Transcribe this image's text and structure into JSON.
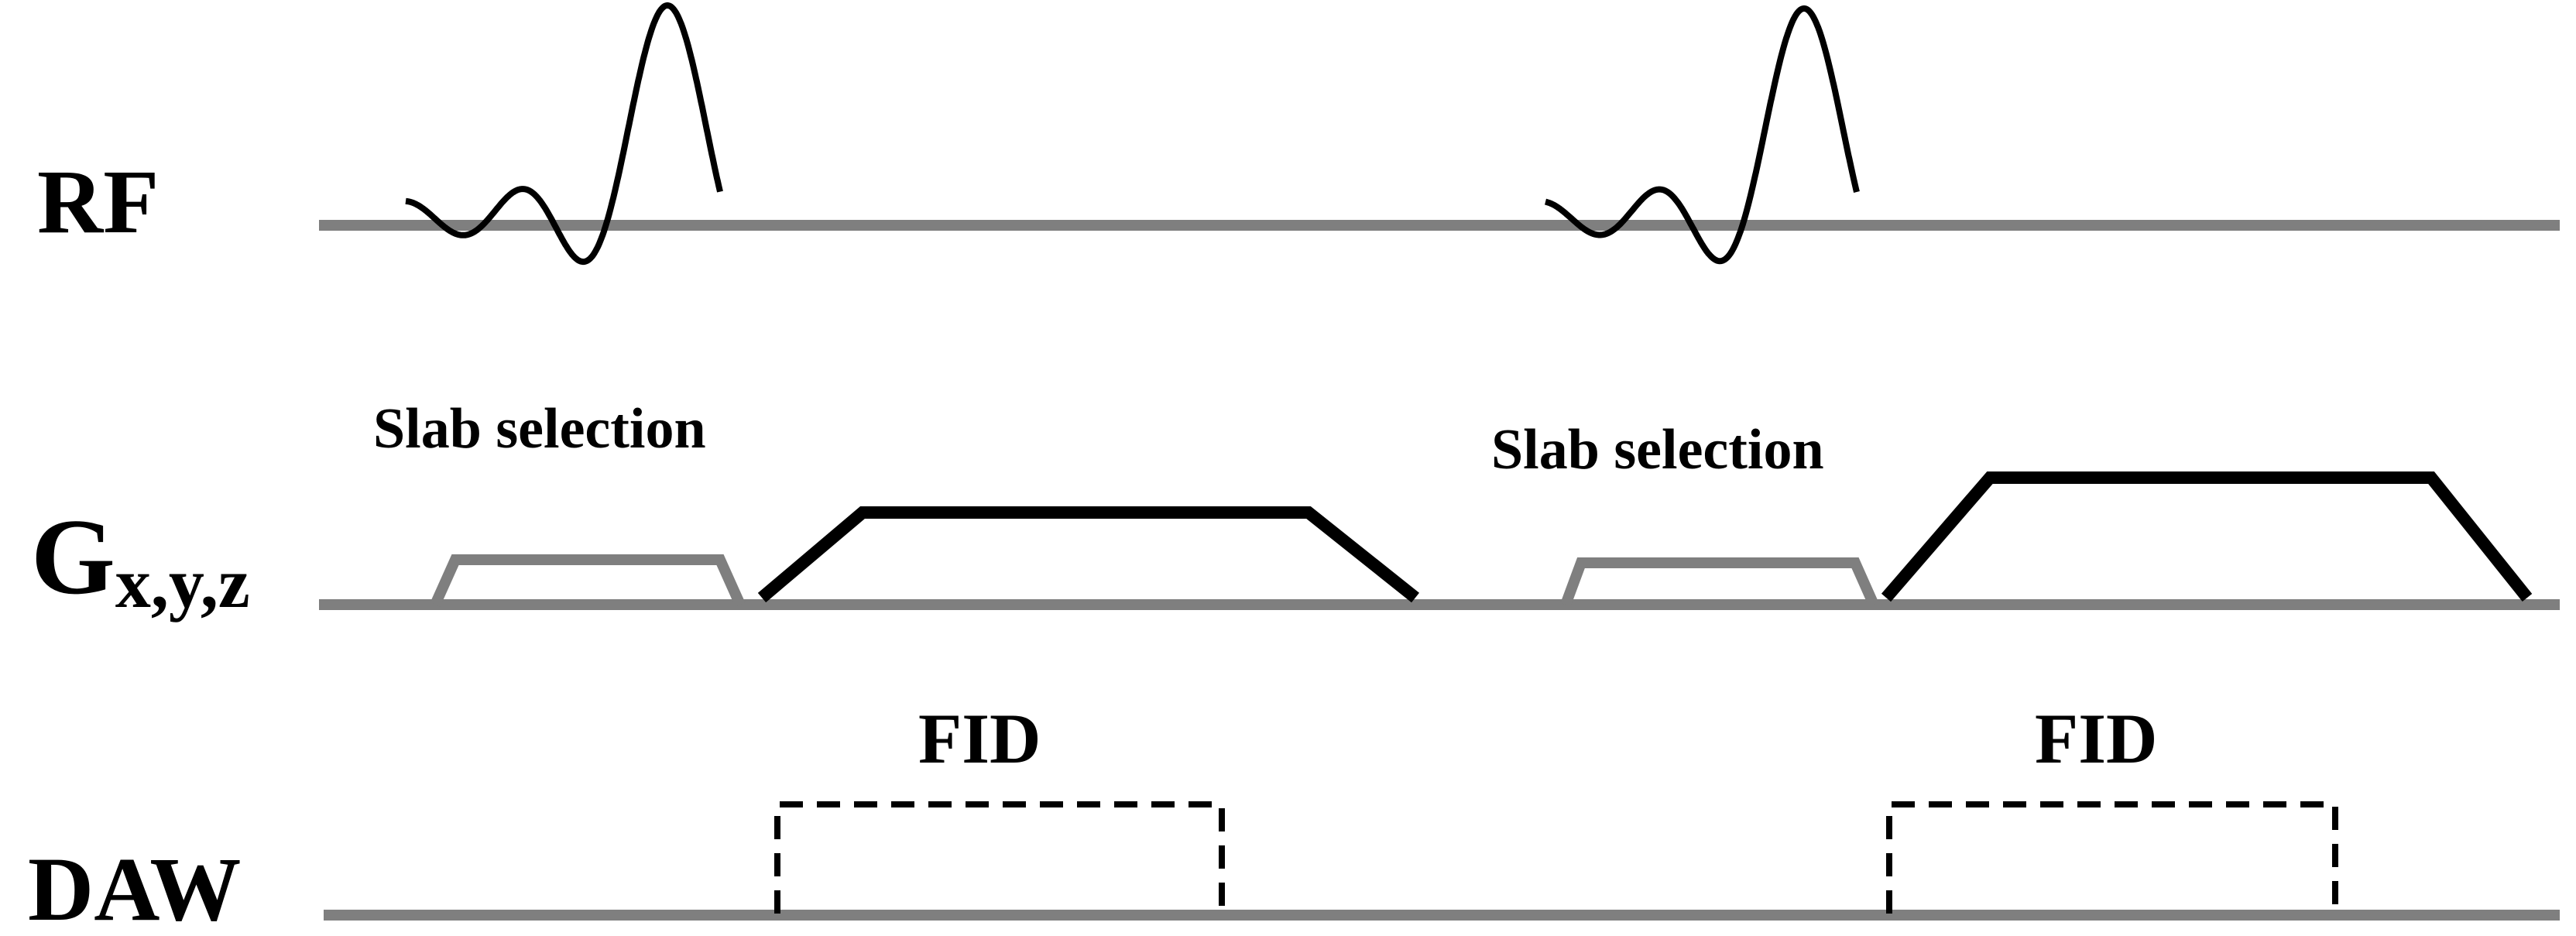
{
  "rows": {
    "rf": {
      "label": "RF"
    },
    "gradient": {
      "label": "G",
      "subscript": "x,y,z"
    },
    "daw": {
      "label": "DAW"
    }
  },
  "pulses": [
    {
      "slab_label": "Slab selection",
      "fid_label": "FID"
    },
    {
      "slab_label": "Slab selection",
      "fid_label": "FID"
    }
  ],
  "colors": {
    "baseline": "#7f7f7f",
    "slab_gradient": "#7f7f7f",
    "readout_gradient": "#000000",
    "rf_waveform": "#000000",
    "daw_window": "#000000"
  }
}
